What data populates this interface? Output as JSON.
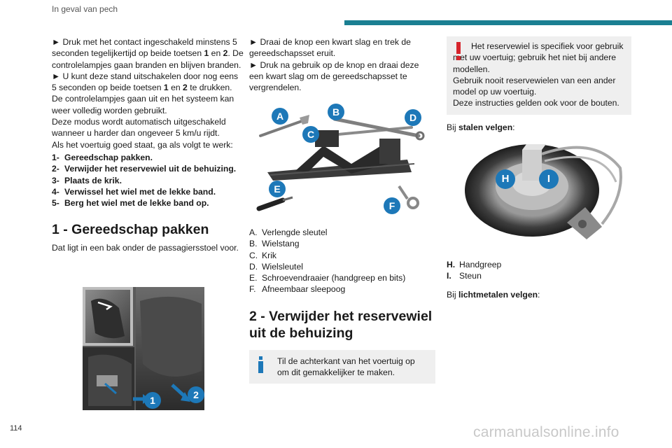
{
  "header": {
    "title": "In geval van pech",
    "accent_color": "#1a7f92"
  },
  "page_number": "114",
  "watermark": "carmanualsonline.info",
  "col1": {
    "paras": [
      "► Druk met het contact ingeschakeld minstens 5 seconden tegelijkertijd op beide toetsen 1 en 2. De controlelampjes gaan branden en blijven branden.",
      "► U kunt deze stand uitschakelen door nog eens 5 seconden op beide toetsen 1 en 2 te drukken.",
      "De controlelampjes gaan uit en het systeem kan weer volledig worden gebruikt.",
      "Deze modus wordt automatisch uitgeschakeld wanneer u harder dan ongeveer 5 km/u rijdt.",
      "Als het voertuig goed staat, ga als volgt te werk:"
    ],
    "steps": [
      {
        "n": "1-",
        "text": "Gereedschap pakken."
      },
      {
        "n": "2-",
        "text": "Verwijder het reservewiel uit de behuizing."
      },
      {
        "n": "3-",
        "text": "Plaats de krik."
      },
      {
        "n": "4-",
        "text": "Verwissel het wiel met de lekke band."
      },
      {
        "n": "5-",
        "text": "Berg het wiel met de lekke band op."
      }
    ],
    "section_title": "1 - Gereedschap pakken",
    "section_text": "Dat ligt in een bak onder de passagiersstoel voor.",
    "figure_callouts": [
      "1",
      "2"
    ]
  },
  "col2": {
    "paras": [
      "► Draai de knop een kwart slag en trek de gereedschapsset eruit.",
      "► Druk na gebruik op de knop en draai deze een kwart slag om de gereedschapsset te vergrendelen."
    ],
    "figure_callouts": [
      "A",
      "B",
      "C",
      "D",
      "E",
      "F"
    ],
    "legend": [
      {
        "k": "A.",
        "text": "Verlengde sleutel"
      },
      {
        "k": "B.",
        "text": "Wielstang"
      },
      {
        "k": "C.",
        "text": "Krik"
      },
      {
        "k": "D.",
        "text": "Wielsleutel"
      },
      {
        "k": "E.",
        "text": "Schroevendraaier (handgreep en bits)"
      },
      {
        "k": "F.",
        "text": "Afneembaar sleepoog"
      }
    ],
    "section_title": "2 - Verwijder het reservewiel uit de behuizing",
    "info_text": "Til de achterkant van het voertuig op om dit gemakkelijker te maken."
  },
  "col3": {
    "warning_lines": [
      "Het reservewiel is specifiek voor gebruik met uw voertuig; gebruik het niet bij andere modellen.",
      "Gebruik nooit reservewielen van een ander model op uw voertuig.",
      "Deze instructies gelden ook voor de bouten."
    ],
    "steel_prefix": "Bij ",
    "steel_bold": "stalen velgen",
    "steel_suffix": ":",
    "figure_callouts": [
      "H",
      "I"
    ],
    "legend": [
      {
        "k": "H.",
        "text": "Handgreep"
      },
      {
        "k": "I.",
        "text": "Steun"
      }
    ],
    "alloy_prefix": "Bij ",
    "alloy_bold": "lichtmetalen velgen",
    "alloy_suffix": ":"
  },
  "colors": {
    "callout": "#1d78b8",
    "warning": "#d6252c",
    "info": "#1d78b8",
    "box_bg": "#efefef"
  }
}
